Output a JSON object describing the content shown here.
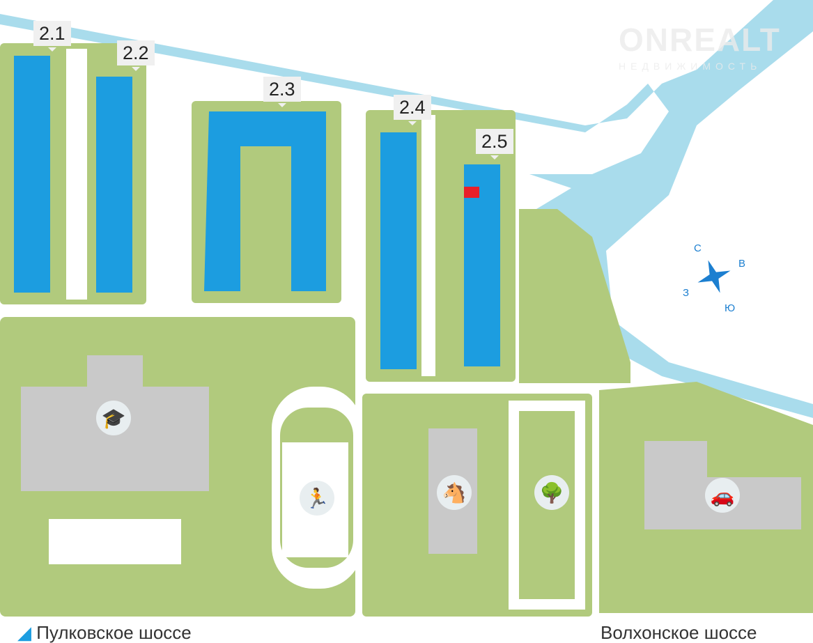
{
  "buildings": [
    {
      "label": "2.1"
    },
    {
      "label": "2.2"
    },
    {
      "label": "2.3"
    },
    {
      "label": "2.4"
    },
    {
      "label": "2.5"
    }
  ],
  "compass": {
    "north": "С",
    "east": "В",
    "west": "З",
    "south": "Ю"
  },
  "roads": {
    "left": "Пулковское шоссе",
    "right": "Волхонское шоссе"
  },
  "watermark": {
    "brand": "ONREALT",
    "subtitle": "НЕДВИЖИМОСТЬ"
  },
  "icons": [
    "school-icon",
    "sport-icon",
    "kindergarten-icon",
    "park-icon",
    "parking-icon"
  ],
  "colors": {
    "green": "#b1ca7d",
    "building": "#1c9de0",
    "selected": "#e8202a",
    "water": "#a9dcec",
    "gray": "#c9c9c9"
  }
}
